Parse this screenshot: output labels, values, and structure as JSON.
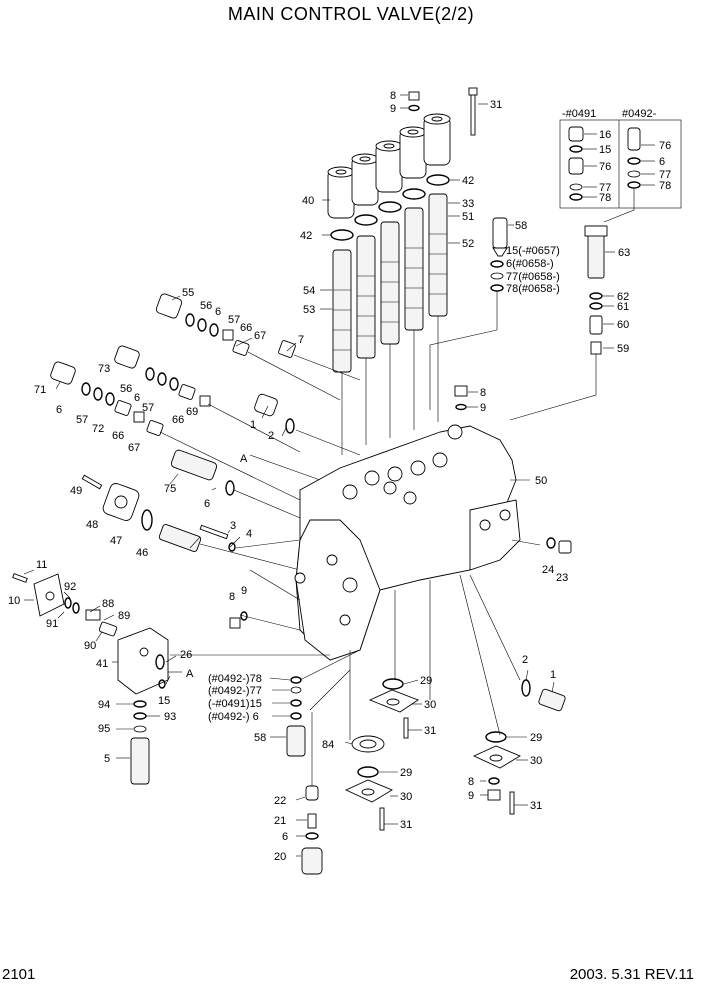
{
  "title": "MAIN CONTROL VALVE(2/2)",
  "page_number": "2101",
  "revision": "2003. 5.31  REV.11",
  "inset": {
    "col1_header": "-#0491",
    "col2_header": "#0492-",
    "col1_labels": [
      "16",
      "15",
      "76",
      "77",
      "78"
    ],
    "col2_labels": [
      "76",
      "6",
      "77",
      "78"
    ]
  },
  "callouts": {
    "c8a": "8",
    "c9a": "9",
    "c31a": "31",
    "c42a": "42",
    "c40": "40",
    "c33": "33",
    "c51": "51",
    "c42b": "42",
    "c52": "52",
    "c58a": "58",
    "c15v": "15(-#0657)",
    "c6v": "6(#0658-)",
    "c77v": "77(#0658-)",
    "c78v": "78(#0658-)",
    "c63": "63",
    "c62": "62",
    "c61": "61",
    "c60": "60",
    "c59": "59",
    "c54": "54",
    "c53": "53",
    "c55": "55",
    "c56a": "56",
    "c6a": "6",
    "c57a": "57",
    "c66a": "66",
    "c67a": "67",
    "c7": "7",
    "c73": "73",
    "c71": "71",
    "c56b": "56",
    "c6b": "6",
    "c57b": "57",
    "c72": "72",
    "c66b": "66",
    "c69": "69",
    "c66c": "66",
    "c67b": "67",
    "c1a": "1",
    "c2a": "2",
    "cA1": "A",
    "c8b": "8",
    "c9b": "9",
    "c50": "50",
    "c49": "49",
    "c75": "75",
    "c6c": "6",
    "c48": "48",
    "c47": "47",
    "c46": "46",
    "c3": "3",
    "c4": "4",
    "c24": "24",
    "c23": "23",
    "c11": "11",
    "c10": "10",
    "c92": "92",
    "c91": "91",
    "c88": "88",
    "c89": "89",
    "c90": "90",
    "c8c": "8",
    "c9c": "9",
    "c41": "41",
    "c26": "26",
    "c15b": "15",
    "cA2": "A",
    "c94": "94",
    "c93": "93",
    "c95": "95",
    "c5": "5",
    "s78": "(#0492-)78",
    "s77": "(#0492-)77",
    "s15": "(-#0491)15",
    "s6": "(#0492-)  6",
    "c58b": "58",
    "c2b": "2",
    "c1b": "1",
    "c29a": "29",
    "c30a": "30",
    "c31b": "31",
    "c84": "84",
    "c29b": "29",
    "c30b": "30",
    "c31c": "31",
    "c29c": "29",
    "c30c": "30",
    "c8d": "8",
    "c9d": "9",
    "c31d": "31",
    "c22": "22",
    "c21": "21",
    "c6d": "6",
    "c20": "20"
  }
}
